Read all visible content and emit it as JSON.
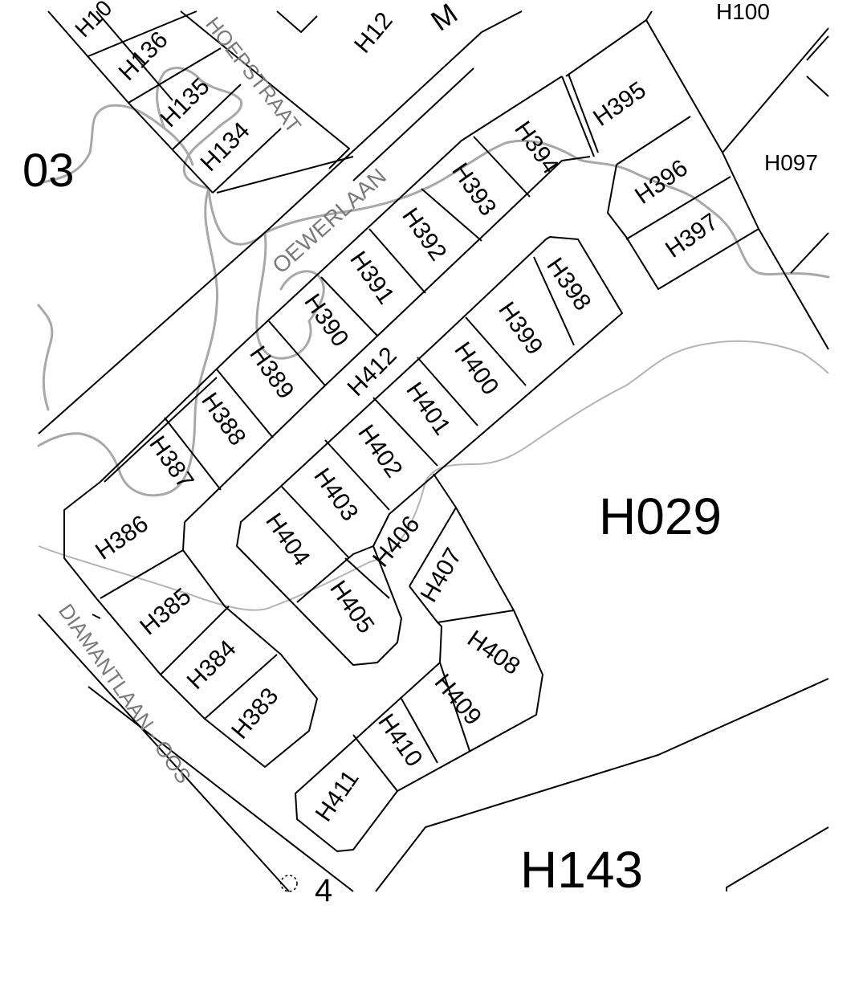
{
  "map": {
    "streets": {
      "oewerlaan": "OEWERLAAN",
      "hoepstraat": "HOEPSTRAAT",
      "diamantlaan": "DIAMANTLAAN - OOS"
    },
    "large_parcels": {
      "h029": "H029",
      "h143": "H143",
      "h097": "H097",
      "partial_03": "03",
      "partial_top_m": "M",
      "partial_top_h12": "H12",
      "partial_top_h10": "H10",
      "partial_top_right": "H100",
      "partial_bottom_4": "4"
    },
    "erven": {
      "h134": "H134",
      "h135": "H135",
      "h136": "H136",
      "h383": "H383",
      "h384": "H384",
      "h385": "H385",
      "h386": "H386",
      "h387": "H387",
      "h388": "H388",
      "h389": "H389",
      "h390": "H390",
      "h391": "H391",
      "h392": "H392",
      "h393": "H393",
      "h394": "H394",
      "h395": "H395",
      "h396": "H396",
      "h397": "H397",
      "h398": "H398",
      "h399": "H399",
      "h400": "H400",
      "h401": "H401",
      "h402": "H402",
      "h403": "H403",
      "h404": "H404",
      "h405": "H405",
      "h406": "H406",
      "h407": "H407",
      "h408": "H408",
      "h409": "H409",
      "h410": "H410",
      "h411": "H411",
      "h412": "H412"
    },
    "colors": {
      "lines": "#000000",
      "contours": "#a8a8a8",
      "street_text": "#7a7a7a"
    }
  }
}
